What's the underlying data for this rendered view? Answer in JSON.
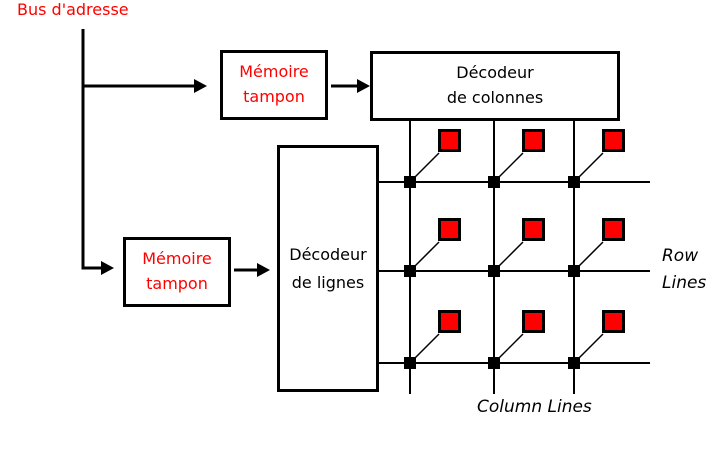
{
  "labels": {
    "bus_address": "Bus d'adresse",
    "buffer_top": "Mémoire\ntampon",
    "buffer_bottom": "Mémoire\ntampon",
    "column_decoder": "Décodeur\nde colonnes",
    "row_decoder": "Décodeur\nde lignes",
    "row_lines": "Row\nLines",
    "column_lines": "Column Lines"
  },
  "colors": {
    "accent_red": "#ff0000",
    "line_black": "#000000",
    "cell_fill": "#ff0000"
  },
  "grid": {
    "rows": 3,
    "cols": 3,
    "cell_shape": "square",
    "dot_shape": "square"
  }
}
